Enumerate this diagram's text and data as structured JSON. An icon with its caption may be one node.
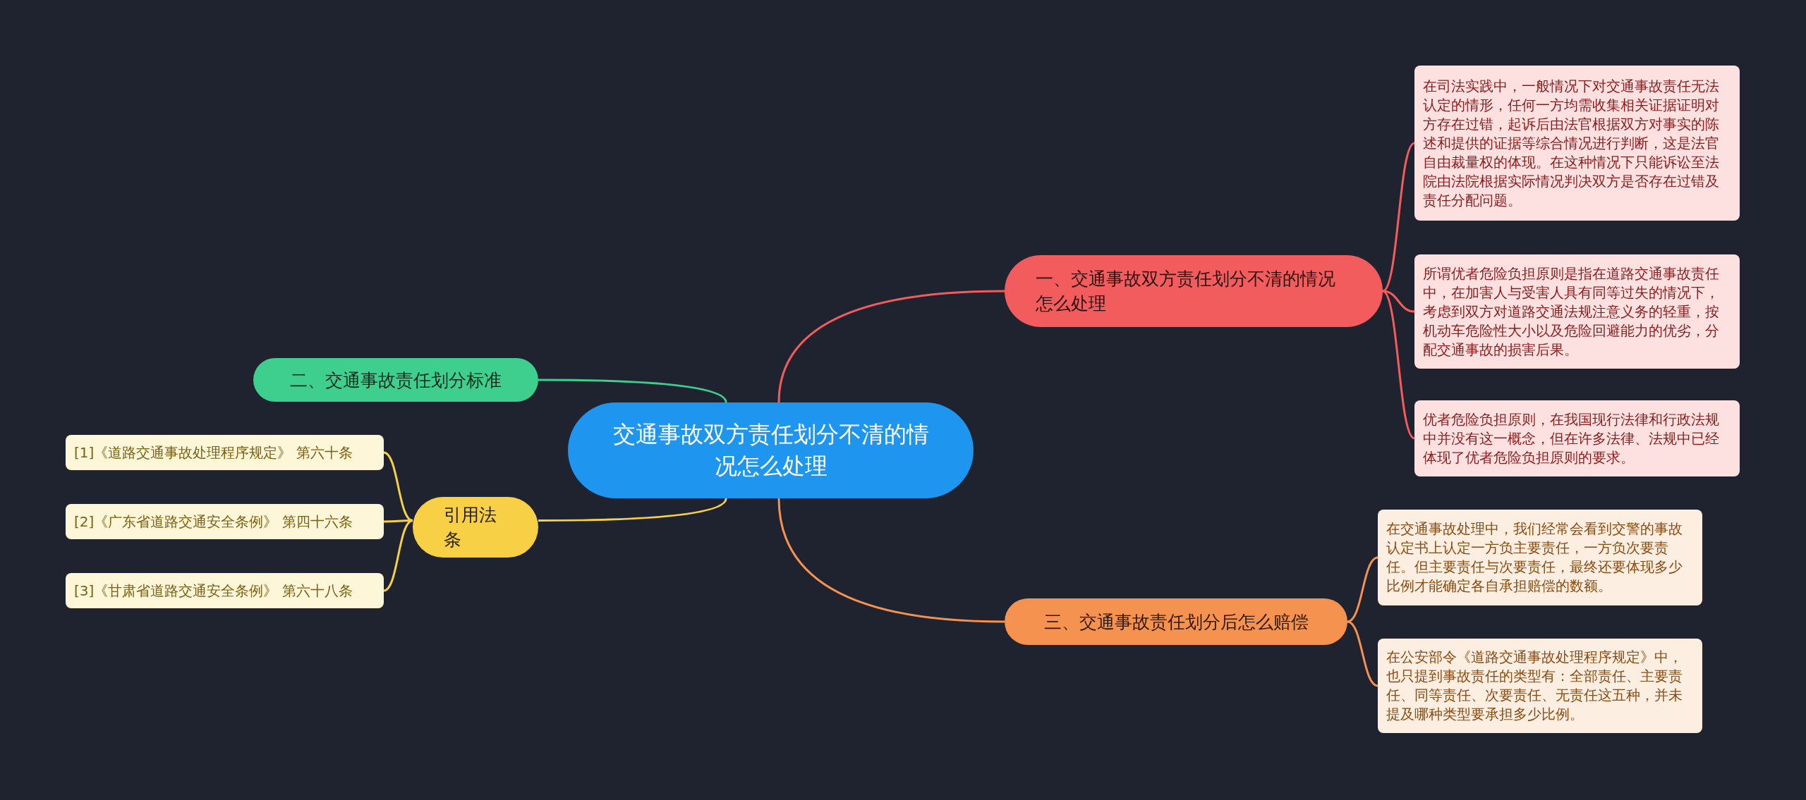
{
  "diagram": {
    "nodes": [
      {
        "text": [
          "交通事故双方责任划分不清的情况怎么处理"
        ]
      },
      {
        "text": [
          "一、交通事故双方责任划分不清的情况怎么处理"
        ]
      },
      {
        "text": [
          "在司法实践中，一般情况下对交通事故责任无法认定的情形，任何一方均需收集相关证据证明对方存在过错，起诉后由法官根据双方对事实的陈述和提供的证据等综合情况进行判断，这是法官自由裁量权的体现。在这种情况下只能诉讼至法院由法院根据实际情况判决双方是否存在过错及责任分配问题。"
        ]
      },
      {
        "text": [
          "所谓优者危险负担原则是指在道路交通事故责任中，在加害人与受害人具有同等过失的情况下，考虑到双方对道路交通法规注意义务的轻重，按机动车危险性大小以及危险回避能力的优劣，分配交通事故的损害后果。"
        ]
      },
      {
        "text": [
          "优者危险负担原则，在我国现行法律和行政法规中并没有这一概念，但在许多法律、法规中已经体现了优者危险负担原则的要求。"
        ]
      },
      {
        "text": [
          "二、交通事故责任划分标准"
        ]
      },
      {
        "text": [
          "引用法条"
        ]
      },
      {
        "text": [
          "[1]《道路交通事故处理程序规定》 第六十条"
        ]
      },
      {
        "text": [
          "[2]《广东省道路交通安全条例》 第四十六条"
        ]
      },
      {
        "text": [
          "[3]《甘肃省道路交通安全条例》 第六十八条"
        ]
      },
      {
        "text": [
          "三、交通事故责任划分后怎么赔偿"
        ]
      },
      {
        "text": [
          "在交通事故处理中，我们经常会看到交警的事故认定书上认定一方负主要责任，一方负次要责任。但主要责任与次要责任，最终还要体现多少比例才能确定各自承担赔偿的数额。"
        ]
      },
      {
        "text": [
          "在公安部令《道路交通事故处理程序规定》中，也只提到事故责任的类型有：全部责任、主要责任、同等责任、次要责任、无责任这五种，并未提及哪种类型要承担多少比例。"
        ]
      }
    ],
    "edges": [
      {
        "from": 0,
        "to": 1,
        "arrow": "none",
        "color": "#f25c5c"
      },
      {
        "from": 1,
        "to": 2,
        "arrow": "none",
        "color": "#f25c5c"
      },
      {
        "from": 1,
        "to": 3,
        "arrow": "none",
        "color": "#f25c5c"
      },
      {
        "from": 1,
        "to": 4,
        "arrow": "none",
        "color": "#f25c5c"
      },
      {
        "from": 0,
        "to": 5,
        "arrow": "none",
        "color": "#3ecf8e"
      },
      {
        "from": 0,
        "to": 6,
        "arrow": "none",
        "color": "#f7d046"
      },
      {
        "from": 6,
        "to": 7,
        "arrow": "none",
        "color": "#f7d046"
      },
      {
        "from": 6,
        "to": 8,
        "arrow": "none",
        "color": "#f7d046"
      },
      {
        "from": 6,
        "to": 9,
        "arrow": "none",
        "color": "#f7d046"
      },
      {
        "from": 0,
        "to": 10,
        "arrow": "none",
        "color": "#f5924f"
      },
      {
        "from": 10,
        "to": 11,
        "arrow": "none",
        "color": "#f5924f"
      },
      {
        "from": 10,
        "to": 12,
        "arrow": "none",
        "color": "#f5924f"
      }
    ]
  }
}
